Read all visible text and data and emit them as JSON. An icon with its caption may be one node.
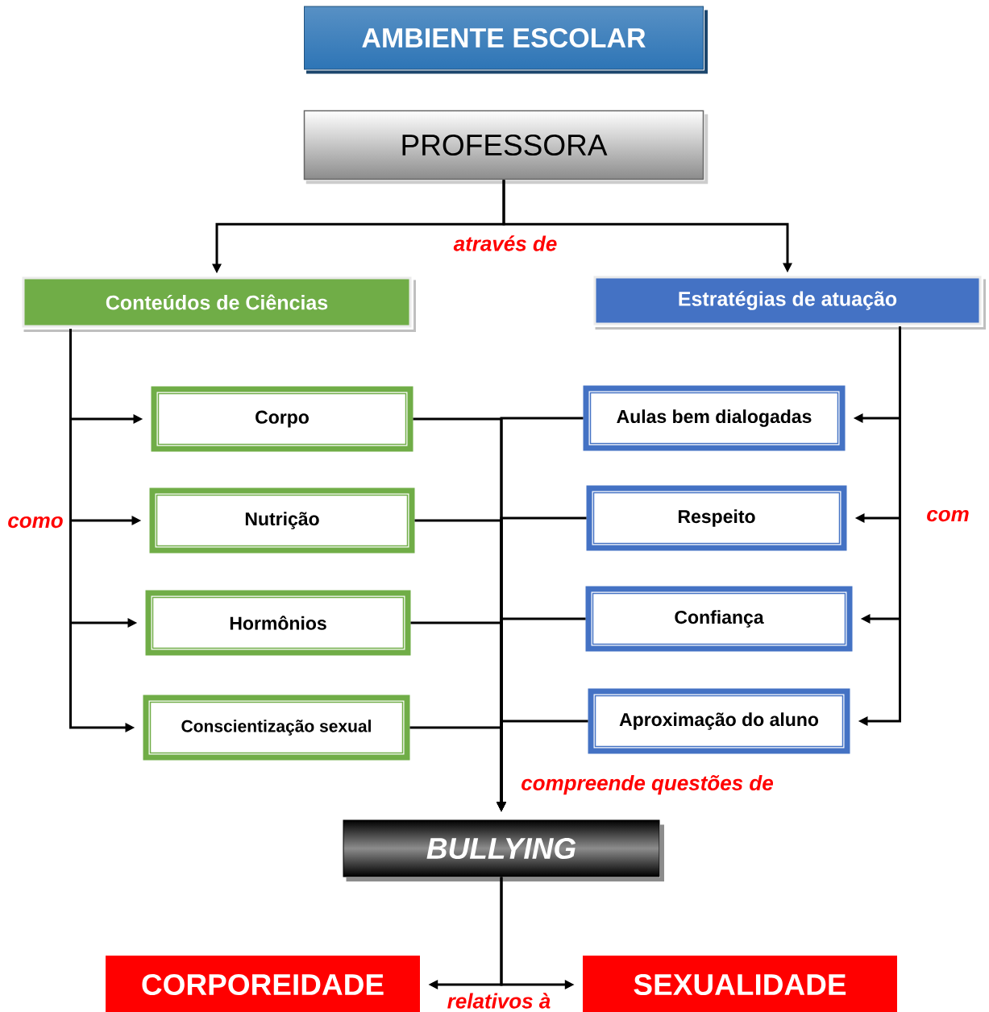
{
  "diagram": {
    "nodes": [
      {
        "text": [
          "AMBIENTE ESCOLAR"
        ]
      },
      {
        "text": [
          "PROFESSORA"
        ]
      },
      {
        "text": [
          "Conteúdos de Ciências"
        ]
      },
      {
        "text": [
          "Estratégias de atuação"
        ]
      },
      {
        "text": [
          "Corpo"
        ]
      },
      {
        "text": [
          "Nutrição"
        ]
      },
      {
        "text": [
          "Hormônios"
        ]
      },
      {
        "text": [
          "Conscientização sexual"
        ]
      },
      {
        "text": [
          "Aulas bem dialogadas"
        ]
      },
      {
        "text": [
          "Respeito"
        ]
      },
      {
        "text": [
          "Confiança"
        ]
      },
      {
        "text": [
          "Aproximação do aluno"
        ]
      },
      {
        "text": [
          "BULLYING"
        ]
      },
      {
        "text": [
          "CORPOREIDADE"
        ]
      },
      {
        "text": [
          "SEXUALIDADE"
        ]
      }
    ],
    "edges": [
      {
        "from": 1,
        "to": 2,
        "arrow": "to",
        "label": "através de"
      },
      {
        "from": 1,
        "to": 3,
        "arrow": "to"
      },
      {
        "from": 2,
        "to": 4,
        "arrow": "to"
      },
      {
        "from": 2,
        "to": 5,
        "arrow": "to",
        "label": "como"
      },
      {
        "from": 2,
        "to": 6,
        "arrow": "to"
      },
      {
        "from": 2,
        "to": 7,
        "arrow": "to"
      },
      {
        "from": 3,
        "to": 8,
        "arrow": "to"
      },
      {
        "from": 3,
        "to": 9,
        "arrow": "to",
        "label": "com"
      },
      {
        "from": 3,
        "to": 10,
        "arrow": "to"
      },
      {
        "from": 3,
        "to": 11,
        "arrow": "to"
      },
      {
        "from": 4,
        "to": 12,
        "arrow": "to",
        "label": "compreende questões de"
      },
      {
        "from": 5,
        "to": 12,
        "arrow": "to"
      },
      {
        "from": 6,
        "to": 12,
        "arrow": "to"
      },
      {
        "from": 7,
        "to": 12,
        "arrow": "to"
      },
      {
        "from": 8,
        "to": 12,
        "arrow": "to"
      },
      {
        "from": 9,
        "to": 12,
        "arrow": "to"
      },
      {
        "from": 10,
        "to": 12,
        "arrow": "to"
      },
      {
        "from": 11,
        "to": 12,
        "arrow": "to"
      },
      {
        "from": 12,
        "to": 13,
        "arrow": "to",
        "label": "relativos à"
      },
      {
        "from": 12,
        "to": 14,
        "arrow": "to"
      }
    ]
  }
}
